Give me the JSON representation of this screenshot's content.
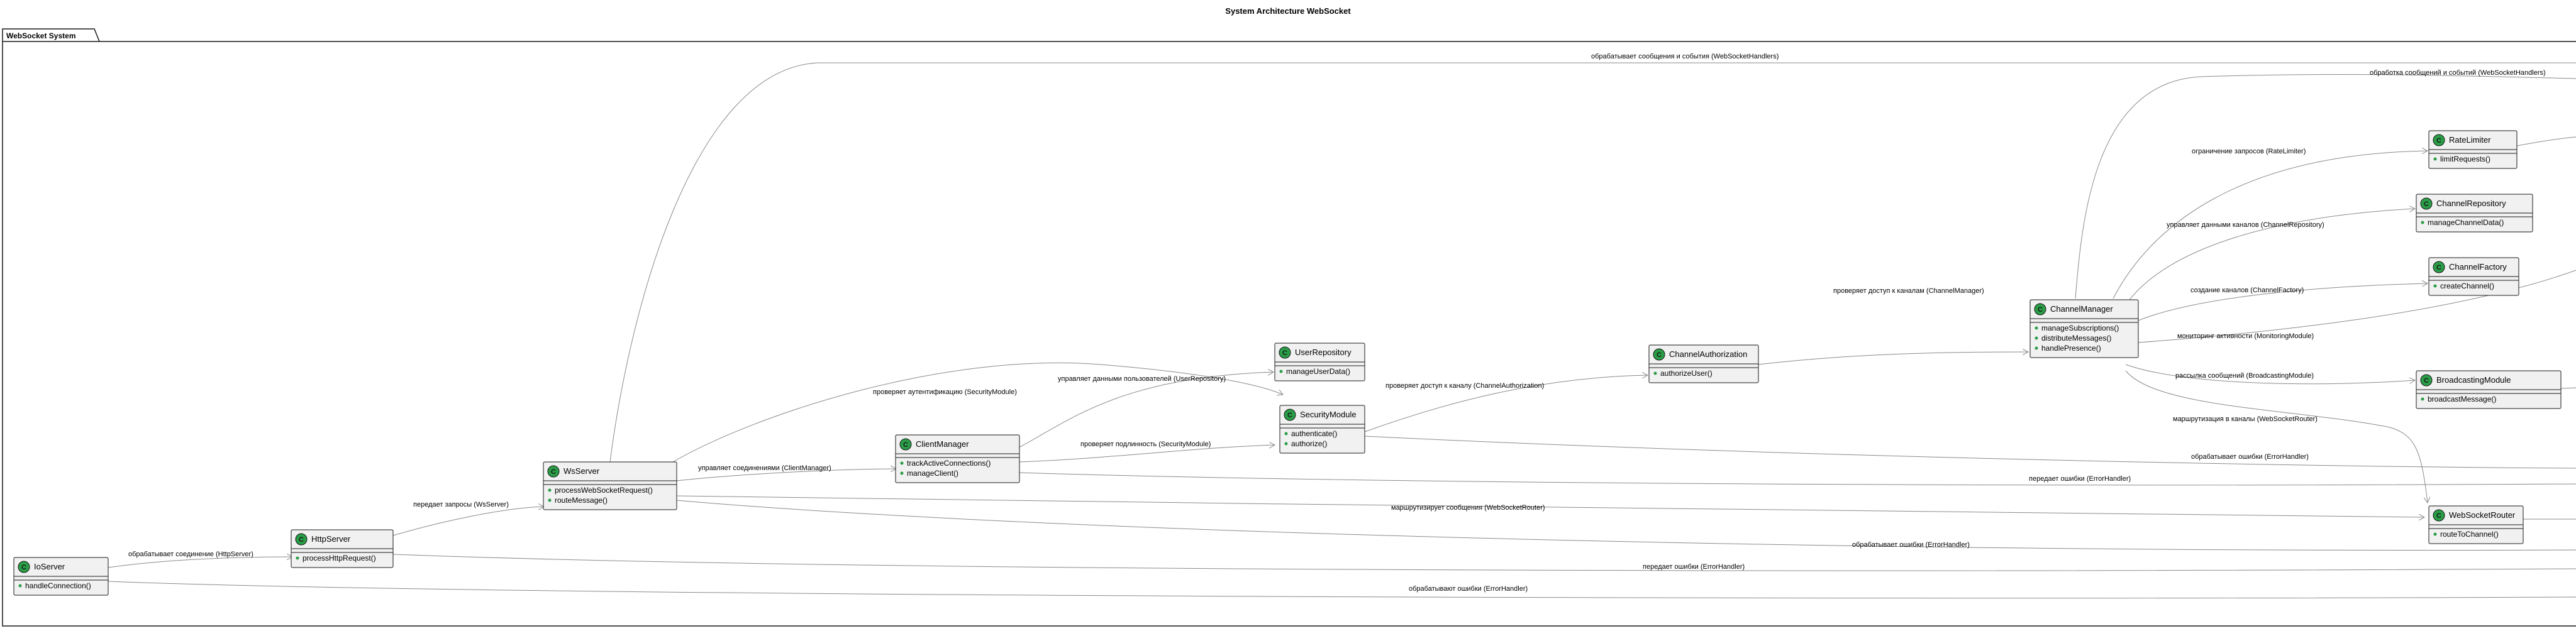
{
  "title": "System Architecture WebSocket",
  "package": "WebSocket System",
  "classes": {
    "IoServer": {
      "name": "IoServer",
      "methods": [
        "handleConnection()"
      ]
    },
    "HttpServer": {
      "name": "HttpServer",
      "methods": [
        "processHttpRequest()"
      ]
    },
    "WsServer": {
      "name": "WsServer",
      "methods": [
        "processWebSocketRequest()",
        "routeMessage()"
      ]
    },
    "ClientManager": {
      "name": "ClientManager",
      "methods": [
        "trackActiveConnections()",
        "manageClient()"
      ]
    },
    "UserRepository": {
      "name": "UserRepository",
      "methods": [
        "manageUserData()"
      ]
    },
    "SecurityModule": {
      "name": "SecurityModule",
      "methods": [
        "authenticate()",
        "authorize()"
      ]
    },
    "ChannelAuthorization": {
      "name": "ChannelAuthorization",
      "methods": [
        "authorizeUser()"
      ]
    },
    "ChannelManager": {
      "name": "ChannelManager",
      "methods": [
        "manageSubscriptions()",
        "distributeMessages()",
        "handlePresence()"
      ]
    },
    "RateLimiter": {
      "name": "RateLimiter",
      "methods": [
        "limitRequests()"
      ]
    },
    "ChannelRepository": {
      "name": "ChannelRepository",
      "methods": [
        "manageChannelData()"
      ]
    },
    "ChannelFactory": {
      "name": "ChannelFactory",
      "methods": [
        "createChannel()"
      ]
    },
    "BroadcastingModule": {
      "name": "BroadcastingModule",
      "methods": [
        "broadcastMessage()"
      ]
    },
    "WebSocketRouter": {
      "name": "WebSocketRouter",
      "methods": [
        "routeToChannel()"
      ]
    }
  },
  "edges": [
    {
      "label": "обрабатывает соединение (HttpServer)"
    },
    {
      "label": "передает запросы (WsServer)"
    },
    {
      "label": "управляет соединениями (ClientManager)"
    },
    {
      "label": "проверяет аутентификацию (SecurityModule)"
    },
    {
      "label": "управляет данными пользователей (UserRepository)"
    },
    {
      "label": "проверяет подлинность (SecurityModule)"
    },
    {
      "label": "проверяет доступ к каналу (ChannelAuthorization)"
    },
    {
      "label": "проверяет доступ к каналам (ChannelManager)"
    },
    {
      "label": "ограничение запросов (RateLimiter)"
    },
    {
      "label": "управляет данными каналов (ChannelRepository)"
    },
    {
      "label": "создание каналов (ChannelFactory)"
    },
    {
      "label": "мониторинг активности (MonitoringModule)"
    },
    {
      "label": "рассылка сообщений (BroadcastingModule)"
    },
    {
      "label": "маршрутизация в каналы (WebSocketRouter)"
    },
    {
      "label": "маршрутизирует сообщения (WebSocketRouter)"
    },
    {
      "label": "обрабатывает ошибки (ErrorHandler)"
    },
    {
      "label": "передает ошибки (ErrorHandler)"
    },
    {
      "label": "обрабатывает ошибки (ErrorHandler)"
    },
    {
      "label": "передает ошибки (ErrorHandler)"
    },
    {
      "label": "обрабатывают ошибки (ErrorHandler)"
    },
    {
      "label": "обрабатывает сообщения и события (WebSocketHandlers)"
    },
    {
      "label": "обработка сообщений и событий (WebSocketHandlers)"
    }
  ],
  "icon": {
    "class_letter": "C"
  },
  "colors": {
    "class_fill": "#f1f1f1",
    "class_icon": "#2a9d47",
    "edge": "#8a8a8a"
  }
}
